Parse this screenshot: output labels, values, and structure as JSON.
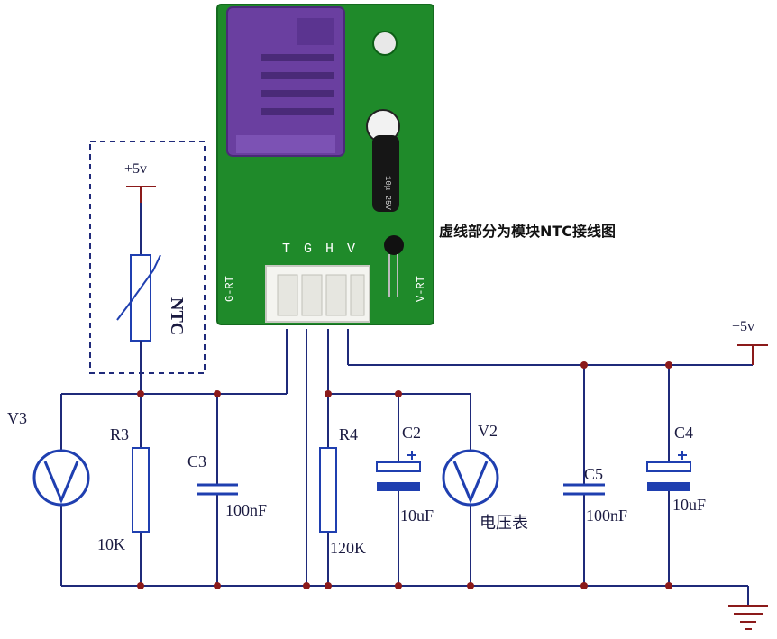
{
  "caption": "虚线部分为模块NTC接线图",
  "module": {
    "pins": "T G H V",
    "left_silk": "G-RT",
    "right_silk": "V-RT",
    "cap_marking": "10μ 25V"
  },
  "ntc": {
    "supply": "+5v",
    "label": "NTC"
  },
  "supply_right": "+5v",
  "components": {
    "v3": "V3",
    "r3": "R3",
    "r3_value": "10K",
    "c3": "C3",
    "c3_value": "100nF",
    "r4": "R4",
    "r4_value": "120K",
    "c2": "C2",
    "c2_value": "10uF",
    "v2": "V2",
    "voltmeter": "电压表",
    "c5": "C5",
    "c5_value": "100nF",
    "c4": "C4",
    "c4_value": "10uF"
  },
  "colors": {
    "wire": "#1f2a7a",
    "supply": "#8b1a1a",
    "component": "#1f3fb0",
    "pcb": "#1f8a2a",
    "sensor": "#6a3fa0"
  }
}
